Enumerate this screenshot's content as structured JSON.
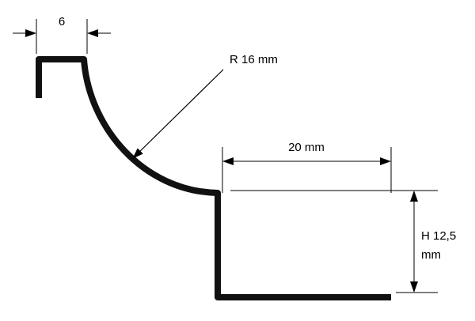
{
  "dimensions": {
    "flange_width": "6",
    "radius": "R 16 mm",
    "base_length": "20 mm",
    "height_line1": "H 12,5",
    "height_line2": "mm"
  },
  "colors": {
    "profile": "#111111",
    "dimension_line": "#000000",
    "background": "#ffffff"
  }
}
